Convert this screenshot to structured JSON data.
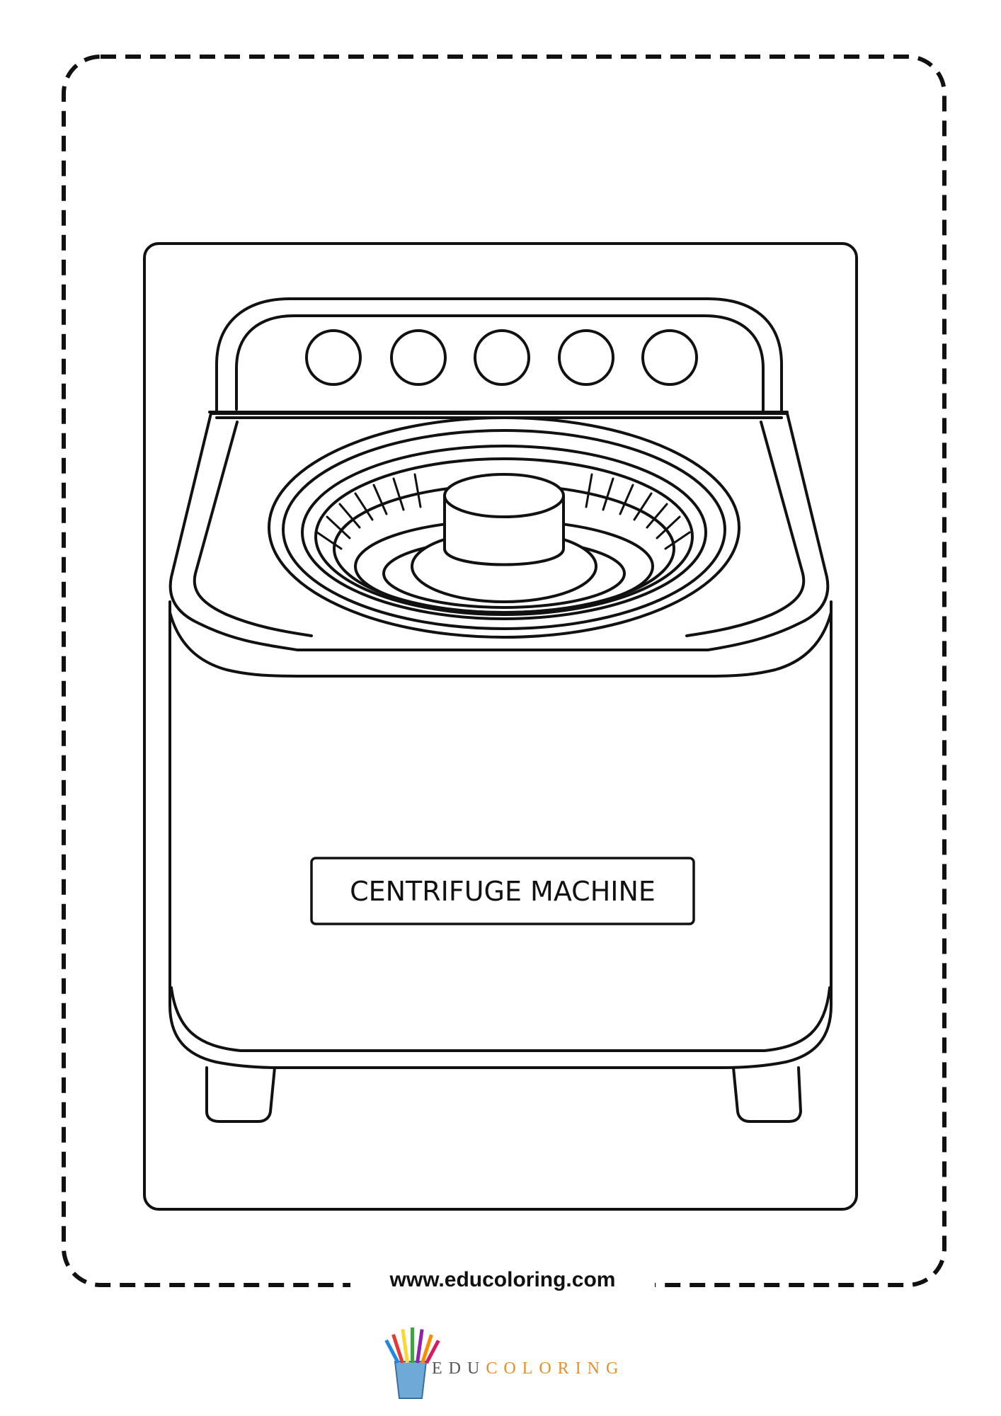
{
  "artwork": {
    "type": "coloring-page",
    "subject_icon": "centrifuge-machine-icon",
    "line_color": "#111111",
    "background_color": "#ffffff"
  },
  "label": {
    "text": "CENTRIFUGE MACHINE"
  },
  "footer": {
    "url": "www.educoloring.com",
    "logo": {
      "icon": "pencil-cup-icon",
      "wordmark_part1": "EDU",
      "wordmark_part2": "COLORING",
      "color_part1": "#555555",
      "color_part2": "#e4902c"
    }
  }
}
